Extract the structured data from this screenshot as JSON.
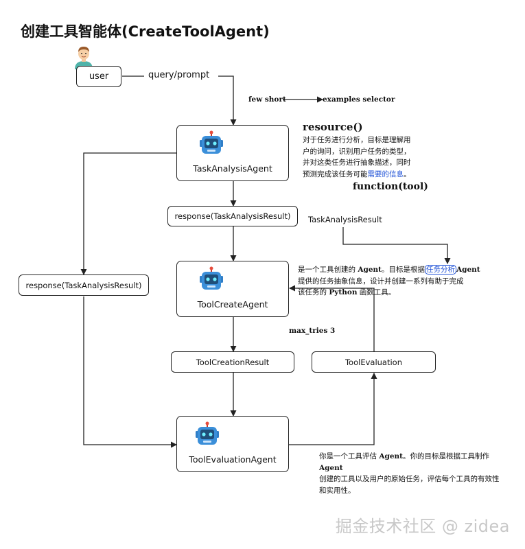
{
  "title": "创建工具智能体(CreateToolAgent)",
  "user": {
    "label": "user"
  },
  "edges": {
    "query_prompt": "query/prompt",
    "few_short": "few short",
    "examples_selector": "examples selector",
    "task_analysis_result_right": "TaskAnalysisResult",
    "max_tries": "max_tries 3"
  },
  "agents": {
    "task_analysis": "TaskAnalysisAgent",
    "tool_create": "ToolCreateAgent",
    "tool_evaluation": "ToolEvaluationAgent"
  },
  "pills": {
    "response_center": "response(TaskAnalysisResult)",
    "response_left": "response(TaskAnalysisResult)",
    "tool_creation_result": "ToolCreationResult",
    "tool_evaluation": "ToolEvaluation"
  },
  "notes": {
    "resource_heading": "resource()",
    "task_analysis_desc": {
      "line1": "对于任务进行分析，目标是理解用",
      "line2": "户的询问，识别用户任务的类型，",
      "line3": "并对这类任务进行抽象描述，同时",
      "line4_prefix": "预测完成该任务可能",
      "line4_highlight": "需要的信息",
      "line4_suffix": "。"
    },
    "function_heading": "function(tool)",
    "tool_create_desc": {
      "line1_prefix": "是一个工具创建的 ",
      "line1_agent": "Agent",
      "line1_mid": "。目标是根据",
      "line1_highlight": "任务分析",
      "line1_agent2": "Agent",
      "line2": "提供的任务抽象信息，设计并创建一系列有助于完成",
      "line3_prefix": "该任务的 ",
      "line3_python": "Python",
      "line3_suffix": " 函数工具。"
    },
    "tool_eval_desc": {
      "line1_prefix": "你是一个工具评估 ",
      "line1_agent": "Agent",
      "line1_suffix": "。你的目标是根据工具制作",
      "line2_agent": "Agent",
      "line3": "创建的工具以及用户的原始任务，评估每个工具的有效性",
      "line4": "和实用性。"
    }
  },
  "watermark": "掘金技术社区 @ zidea",
  "colors": {
    "robot_blue": "#3b8fd9",
    "robot_dark": "#1f4e79",
    "highlight_blue": "#1c4fd6",
    "watermark": "#c8c8c8"
  }
}
